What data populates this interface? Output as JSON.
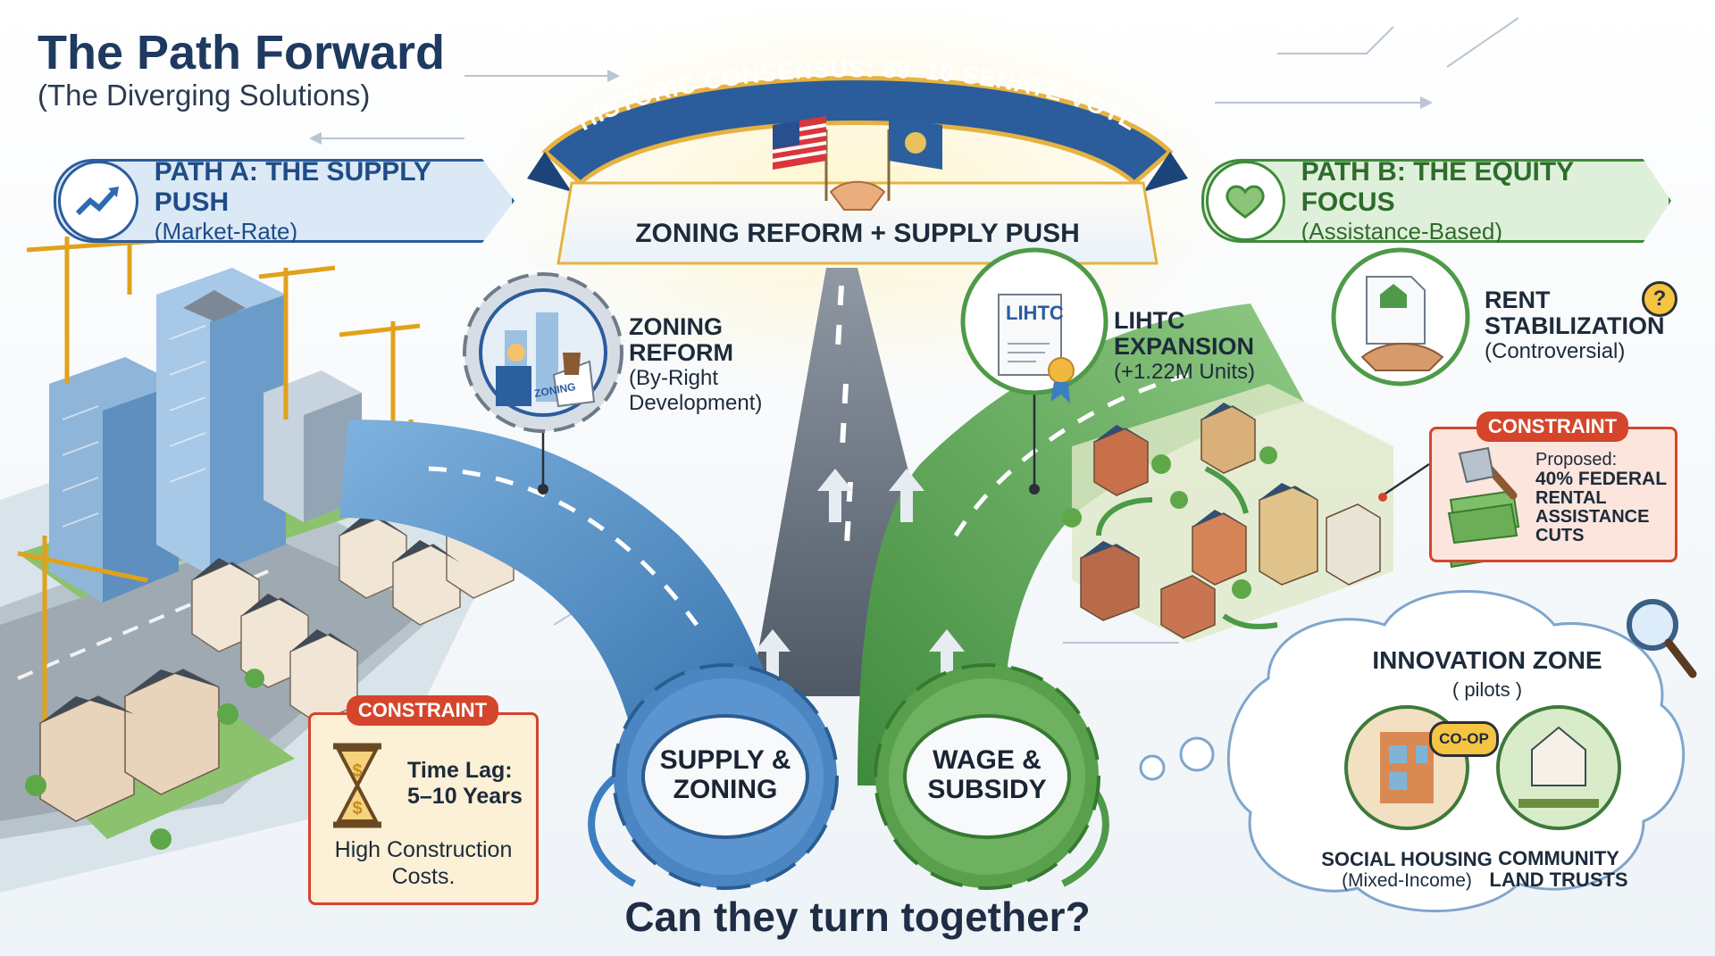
{
  "title": "The Path Forward",
  "subtitle": "(The Diverging Solutions)",
  "center": {
    "ribbon": "HISTORIC CONSENSUS: 89–10 SENATE VOTE",
    "banner": "ZONING REFORM + SUPPLY PUSH"
  },
  "path_a": {
    "title": "PATH A: THE SUPPLY PUSH",
    "subtitle": "(Market-Rate)",
    "zoning": {
      "title_line1": "ZONING",
      "title_line2": "REFORM",
      "sub_line1": "(By-Right",
      "sub_line2": "Development)",
      "badge": "ZONING"
    },
    "constraint": {
      "tag": "CONSTRAINT",
      "line1": "Time Lag:",
      "line2": "5–10 Years",
      "line3": "High Construction",
      "line4": "Costs."
    }
  },
  "path_b": {
    "title": "PATH B: THE EQUITY FOCUS",
    "subtitle": "(Assistance-Based)",
    "lihtc": {
      "badge": "LIHTC",
      "title_line1": "LIHTC",
      "title_line2": "EXPANSION",
      "sub": "(+1.22M Units)"
    },
    "rent": {
      "title_line1": "RENT",
      "title_line2": "STABILIZATION",
      "sub": "(Controversial)",
      "mark": "?"
    },
    "constraint": {
      "tag": "CONSTRAINT",
      "line1": "Proposed:",
      "line2": "40% FEDERAL",
      "line3": "RENTAL",
      "line4": "ASSISTANCE",
      "line5": "CUTS"
    }
  },
  "gears": {
    "left_line1": "SUPPLY &",
    "left_line2": "ZONING",
    "right_line1": "WAGE &",
    "right_line2": "SUBSIDY"
  },
  "innovation": {
    "title": "INNOVATION ZONE",
    "sub": "( pilots )",
    "coop": "CO-OP",
    "social_line1": "SOCIAL HOUSING",
    "social_line2": "(Mixed-Income)",
    "clt_line1": "COMMUNITY",
    "clt_line2": "LAND TRUSTS"
  },
  "question": "Can they turn together?",
  "colors": {
    "navy": "#1f3a60",
    "blue": "#3c7fc0",
    "green": "#4e9a48",
    "red": "#d5452b",
    "gold": "#e9b443"
  }
}
